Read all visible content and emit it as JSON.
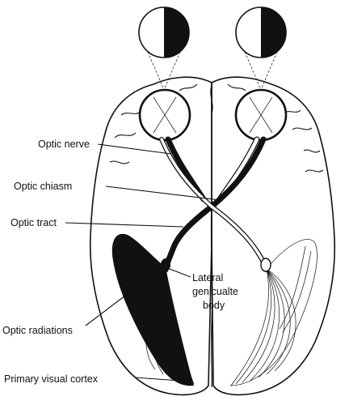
{
  "labels": {
    "optic_nerve": "Optic nerve",
    "optic_chiasm": "Optic chiasm",
    "optic_tract": "Optic tract",
    "lgb_line1": "Lateral",
    "lgb_line2": "genicualte",
    "lgb_line3": "body",
    "optic_radiations": "Optic radiations",
    "primary_visual_cortex": "Primary visual cortex"
  },
  "colors": {
    "ink": "#111111",
    "fill_dark": "#111111",
    "paper": "#ffffff"
  }
}
